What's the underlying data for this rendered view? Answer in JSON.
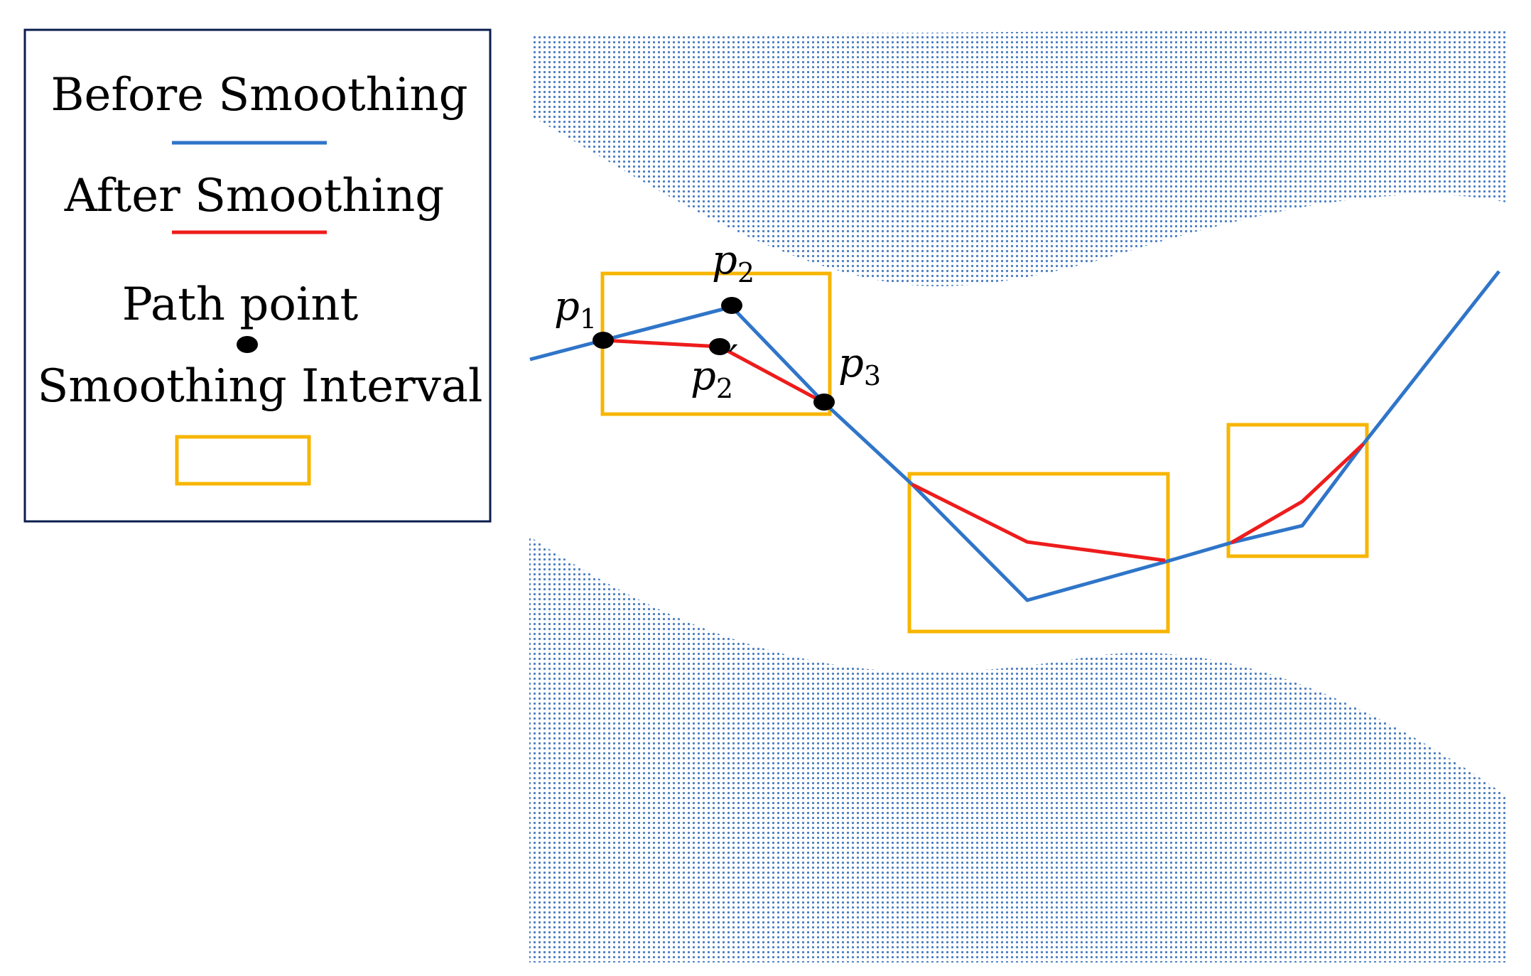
{
  "legend": {
    "before_label": "Before Smoothing",
    "after_label": "After Smoothing",
    "point_label": "Path point",
    "interval_label": "Smoothing Interval"
  },
  "points": {
    "p1": {
      "base": "p",
      "sub": "1",
      "prime": ""
    },
    "p2": {
      "base": "p",
      "sub": "2",
      "prime": ""
    },
    "p2prime": {
      "base": "p",
      "sub": "2",
      "prime": "′"
    },
    "p3": {
      "base": "p",
      "sub": "3",
      "prime": ""
    }
  },
  "colors": {
    "before_path": "#2f75c9",
    "after_path": "#ee1c1c",
    "interval_box": "#f7b500",
    "obstacle": "#4a7ec2",
    "legend_border": "#0b1e4d",
    "point": "#000000"
  }
}
